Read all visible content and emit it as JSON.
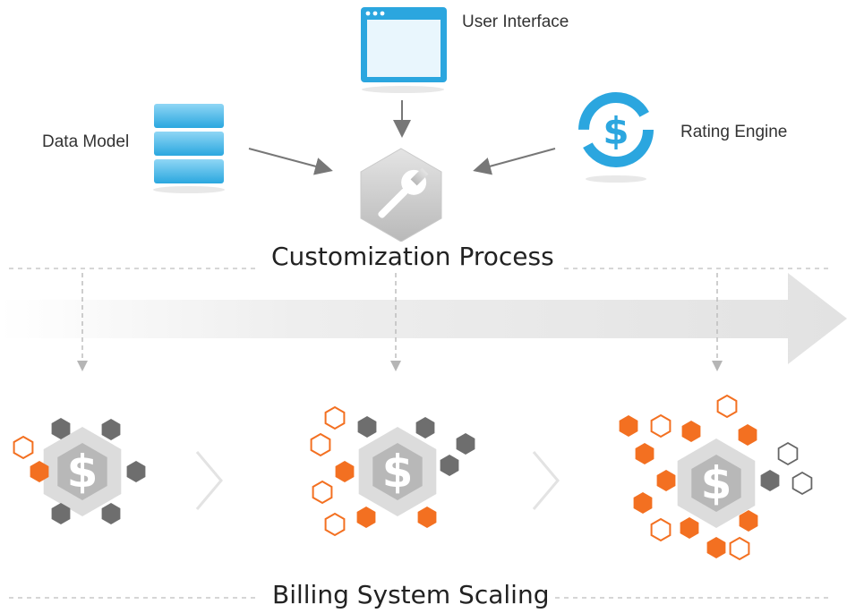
{
  "inputs": {
    "user_interface": "User Interface",
    "data_model": "Data Model",
    "rating_engine": "Rating Engine"
  },
  "process_title": "Customization Process",
  "scaling_title": "Billing System Scaling",
  "icons": {
    "user_interface": "browser-window-icon",
    "data_model": "database-stack-icon",
    "rating_engine": "dollar-cycle-icon",
    "process": "wrench-hexagon-icon",
    "scale_units": "dollar-gear-hexagon-icon"
  },
  "colors": {
    "blue": "#29a8e0",
    "orange": "#f37021",
    "dark_gray": "#6e6e6e",
    "light_gray": "#d9d9d9"
  }
}
